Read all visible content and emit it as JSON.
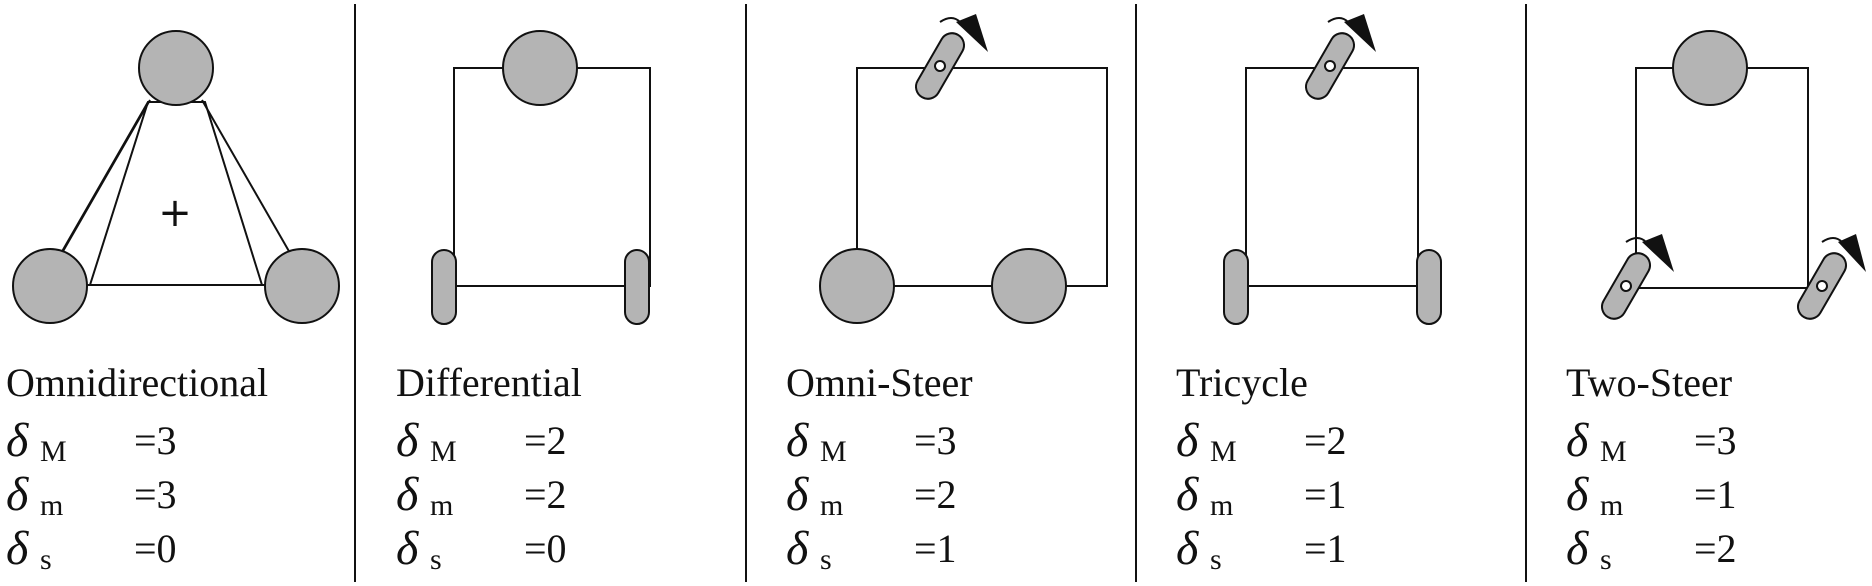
{
  "colors": {
    "wheel_fill": "#b4b4b4",
    "stroke": "#111111",
    "background": "#ffffff"
  },
  "panels": [
    {
      "title": "Omnidirectional",
      "center_mark": "+",
      "rows": [
        {
          "symbol": "δ",
          "subscript": "M",
          "value": "=3"
        },
        {
          "symbol": "δ",
          "subscript": "m",
          "value": "=3"
        },
        {
          "symbol": "δ",
          "subscript": "s",
          "value": "=0"
        }
      ]
    },
    {
      "title": "Differential",
      "rows": [
        {
          "symbol": "δ",
          "subscript": "M",
          "value": "=2"
        },
        {
          "symbol": "δ",
          "subscript": "m",
          "value": "=2"
        },
        {
          "symbol": "δ",
          "subscript": "s",
          "value": "=0"
        }
      ]
    },
    {
      "title": "Omni-Steer",
      "rows": [
        {
          "symbol": "δ",
          "subscript": "M",
          "value": "=3"
        },
        {
          "symbol": "δ",
          "subscript": "m",
          "value": "=2"
        },
        {
          "symbol": "δ",
          "subscript": "s",
          "value": "=1"
        }
      ]
    },
    {
      "title": "Tricycle",
      "rows": [
        {
          "symbol": "δ",
          "subscript": "M",
          "value": "=2"
        },
        {
          "symbol": "δ",
          "subscript": "m",
          "value": "=1"
        },
        {
          "symbol": "δ",
          "subscript": "s",
          "value": "=1"
        }
      ]
    },
    {
      "title": "Two-Steer",
      "rows": [
        {
          "symbol": "δ",
          "subscript": "M",
          "value": "=3"
        },
        {
          "symbol": "δ",
          "subscript": "m",
          "value": "=1"
        },
        {
          "symbol": "δ",
          "subscript": "s",
          "value": "=2"
        }
      ]
    }
  ]
}
